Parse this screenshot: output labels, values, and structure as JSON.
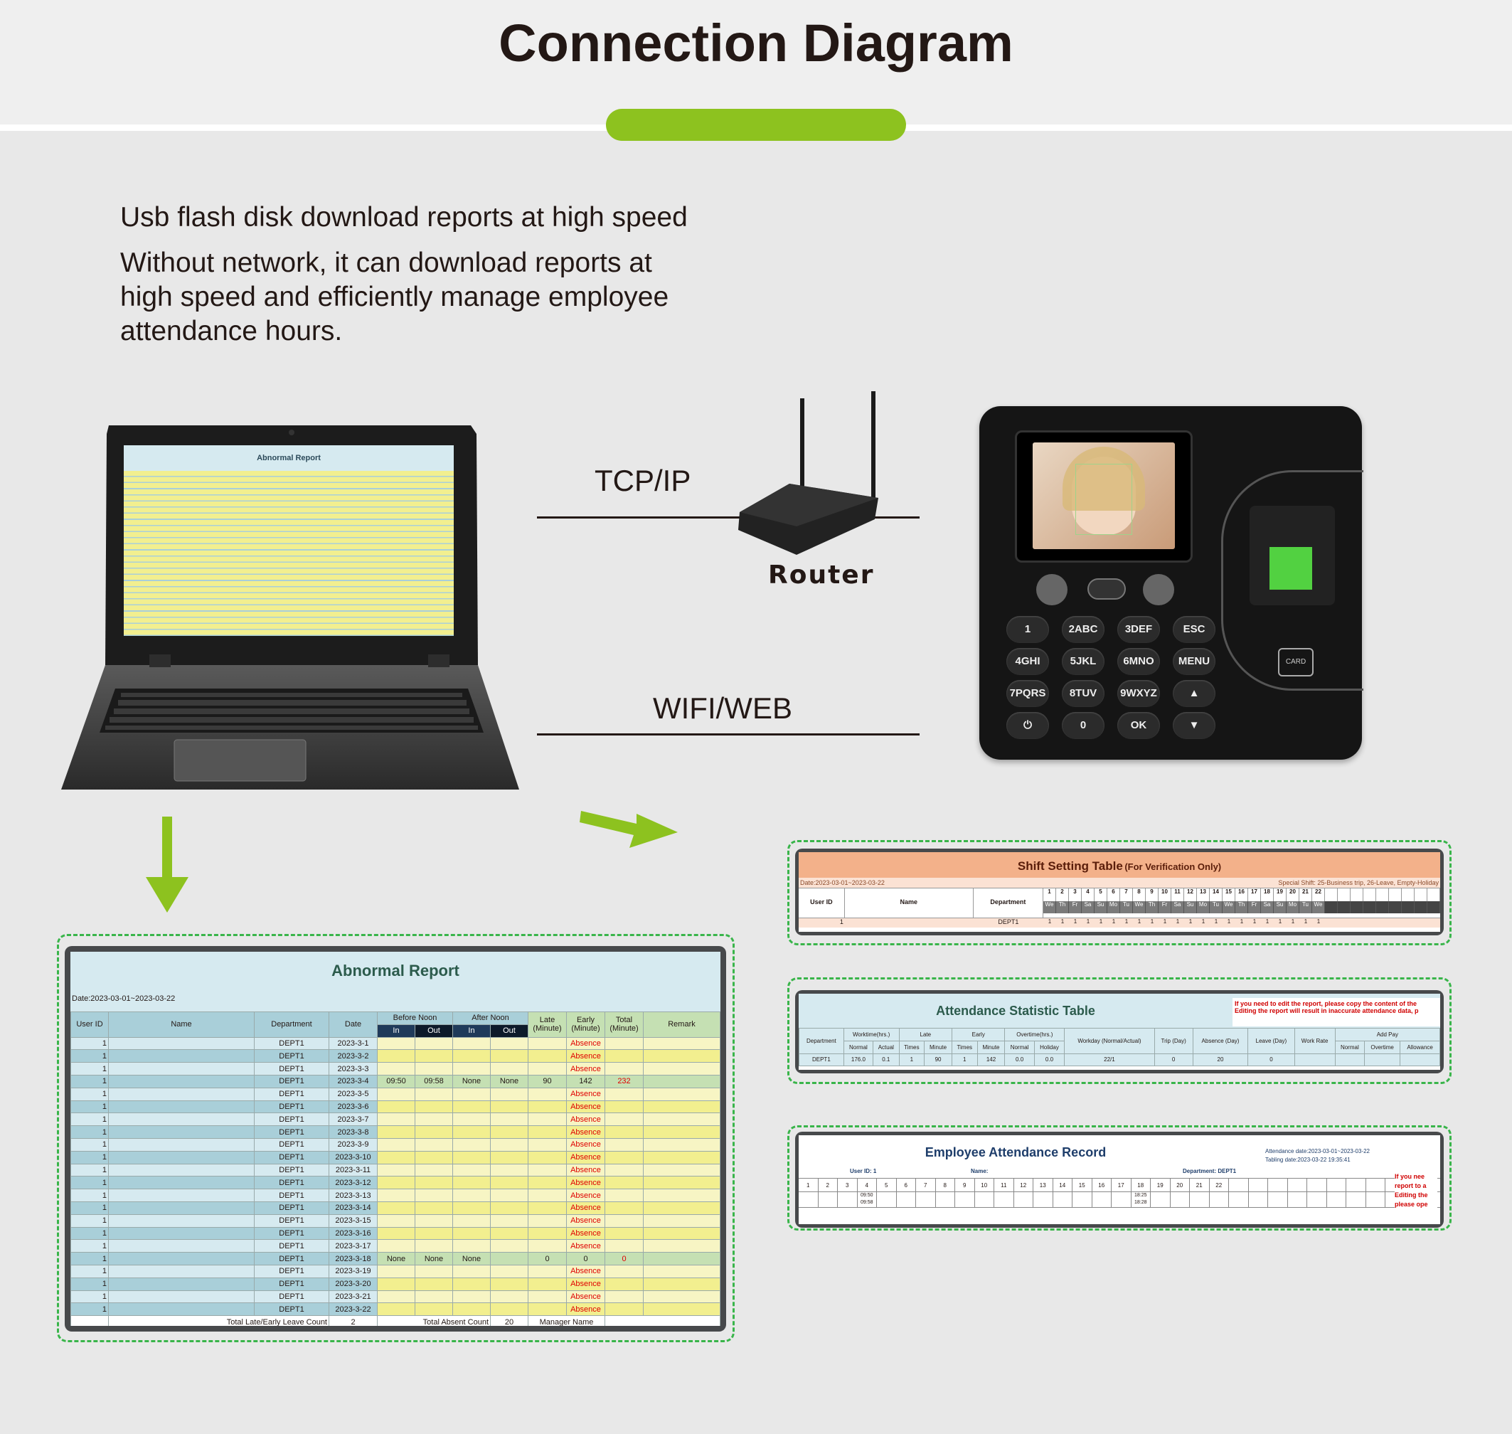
{
  "header": {
    "title": "Connection Diagram"
  },
  "intro": {
    "line1": "Usb flash disk download reports at high speed",
    "line2": "Without network, it can download reports at",
    "line3": "high speed and efficiently manage employee",
    "line4": "attendance hours."
  },
  "connections": {
    "tcp": "TCP/IP",
    "router": "Router",
    "wifi": "WIFI/WEB"
  },
  "device": {
    "keys": [
      "1",
      "2ABC",
      "3DEF",
      "ESC",
      "4GHI",
      "5JKL",
      "6MNO",
      "MENU",
      "7PQRS",
      "8TUV",
      "9WXYZ",
      "▲",
      "⏻",
      "0",
      "OK",
      "▼"
    ],
    "card": "CARD"
  },
  "laptop_screen": {
    "title": "Abnormal Report"
  },
  "abnormal": {
    "title": "Abnormal Report",
    "date": "Date:2023-03-01~2023-03-22",
    "headers": {
      "user_id": "User ID",
      "name": "Name",
      "department": "Department",
      "date": "Date",
      "before_noon": "Before Noon",
      "after_noon": "After Noon",
      "in": "In",
      "out": "Out",
      "late": "Late (Minute)",
      "early": "Early (Minute)",
      "total": "Total (Minute)",
      "remark": "Remark"
    },
    "rows": [
      {
        "id": "1",
        "dept": "DEPT1",
        "date": "2023-3-1",
        "bin": "",
        "bout": "",
        "ain": "",
        "aout": "",
        "late": "",
        "early": "Absence",
        "total": ""
      },
      {
        "id": "1",
        "dept": "DEPT1",
        "date": "2023-3-2",
        "bin": "",
        "bout": "",
        "ain": "",
        "aout": "",
        "late": "",
        "early": "Absence",
        "total": ""
      },
      {
        "id": "1",
        "dept": "DEPT1",
        "date": "2023-3-3",
        "bin": "",
        "bout": "",
        "ain": "",
        "aout": "",
        "late": "",
        "early": "Absence",
        "total": ""
      },
      {
        "id": "1",
        "dept": "DEPT1",
        "date": "2023-3-4",
        "bin": "09:50",
        "bout": "09:58",
        "ain": "None",
        "aout": "None",
        "late": "90",
        "early": "142",
        "total": "232"
      },
      {
        "id": "1",
        "dept": "DEPT1",
        "date": "2023-3-5",
        "bin": "",
        "bout": "",
        "ain": "",
        "aout": "",
        "late": "",
        "early": "Absence",
        "total": ""
      },
      {
        "id": "1",
        "dept": "DEPT1",
        "date": "2023-3-6",
        "bin": "",
        "bout": "",
        "ain": "",
        "aout": "",
        "late": "",
        "early": "Absence",
        "total": ""
      },
      {
        "id": "1",
        "dept": "DEPT1",
        "date": "2023-3-7",
        "bin": "",
        "bout": "",
        "ain": "",
        "aout": "",
        "late": "",
        "early": "Absence",
        "total": ""
      },
      {
        "id": "1",
        "dept": "DEPT1",
        "date": "2023-3-8",
        "bin": "",
        "bout": "",
        "ain": "",
        "aout": "",
        "late": "",
        "early": "Absence",
        "total": ""
      },
      {
        "id": "1",
        "dept": "DEPT1",
        "date": "2023-3-9",
        "bin": "",
        "bout": "",
        "ain": "",
        "aout": "",
        "late": "",
        "early": "Absence",
        "total": ""
      },
      {
        "id": "1",
        "dept": "DEPT1",
        "date": "2023-3-10",
        "bin": "",
        "bout": "",
        "ain": "",
        "aout": "",
        "late": "",
        "early": "Absence",
        "total": ""
      },
      {
        "id": "1",
        "dept": "DEPT1",
        "date": "2023-3-11",
        "bin": "",
        "bout": "",
        "ain": "",
        "aout": "",
        "late": "",
        "early": "Absence",
        "total": ""
      },
      {
        "id": "1",
        "dept": "DEPT1",
        "date": "2023-3-12",
        "bin": "",
        "bout": "",
        "ain": "",
        "aout": "",
        "late": "",
        "early": "Absence",
        "total": ""
      },
      {
        "id": "1",
        "dept": "DEPT1",
        "date": "2023-3-13",
        "bin": "",
        "bout": "",
        "ain": "",
        "aout": "",
        "late": "",
        "early": "Absence",
        "total": ""
      },
      {
        "id": "1",
        "dept": "DEPT1",
        "date": "2023-3-14",
        "bin": "",
        "bout": "",
        "ain": "",
        "aout": "",
        "late": "",
        "early": "Absence",
        "total": ""
      },
      {
        "id": "1",
        "dept": "DEPT1",
        "date": "2023-3-15",
        "bin": "",
        "bout": "",
        "ain": "",
        "aout": "",
        "late": "",
        "early": "Absence",
        "total": ""
      },
      {
        "id": "1",
        "dept": "DEPT1",
        "date": "2023-3-16",
        "bin": "",
        "bout": "",
        "ain": "",
        "aout": "",
        "late": "",
        "early": "Absence",
        "total": ""
      },
      {
        "id": "1",
        "dept": "DEPT1",
        "date": "2023-3-17",
        "bin": "",
        "bout": "",
        "ain": "",
        "aout": "",
        "late": "",
        "early": "Absence",
        "total": ""
      },
      {
        "id": "1",
        "dept": "DEPT1",
        "date": "2023-3-18",
        "bin": "None",
        "bout": "None",
        "ain": "None",
        "aout": "",
        "late": "0",
        "early": "0",
        "total": "0"
      },
      {
        "id": "1",
        "dept": "DEPT1",
        "date": "2023-3-19",
        "bin": "",
        "bout": "",
        "ain": "",
        "aout": "",
        "late": "",
        "early": "Absence",
        "total": ""
      },
      {
        "id": "1",
        "dept": "DEPT1",
        "date": "2023-3-20",
        "bin": "",
        "bout": "",
        "ain": "",
        "aout": "",
        "late": "",
        "early": "Absence",
        "total": ""
      },
      {
        "id": "1",
        "dept": "DEPT1",
        "date": "2023-3-21",
        "bin": "",
        "bout": "",
        "ain": "",
        "aout": "",
        "late": "",
        "early": "Absence",
        "total": ""
      },
      {
        "id": "1",
        "dept": "DEPT1",
        "date": "2023-3-22",
        "bin": "",
        "bout": "",
        "ain": "",
        "aout": "",
        "late": "",
        "early": "Absence",
        "total": ""
      }
    ],
    "footer": {
      "late_label": "Total Late/Early Leave Count",
      "late_val": "2",
      "absent_label": "Total Absent Count",
      "absent_val": "20",
      "manager": "Manager Name"
    }
  },
  "shift": {
    "title": "Shift Setting Table",
    "subtitle": "(For Verification Only)",
    "date": "Date:2023-03-01~2023-03-22",
    "special": "Special Shift: 25-Business trip, 26-Leave, Empty-Holiday",
    "user_id": "User ID",
    "name": "Name",
    "department": "Department",
    "days": [
      "1",
      "2",
      "3",
      "4",
      "5",
      "6",
      "7",
      "8",
      "9",
      "10",
      "11",
      "12",
      "13",
      "14",
      "15",
      "16",
      "17",
      "18",
      "19",
      "20",
      "21",
      "22"
    ],
    "weekdays": [
      "We",
      "Th",
      "Fr",
      "Sa",
      "Su",
      "Mo",
      "Tu",
      "We",
      "Th",
      "Fr",
      "Sa",
      "Su",
      "Mo",
      "Tu",
      "We",
      "Th",
      "Fr",
      "Sa",
      "Su",
      "Mo",
      "Tu",
      "We"
    ],
    "row_id": "1",
    "row_dept": "DEPT1",
    "row_val": "1"
  },
  "stat": {
    "title": "Attendance Statistic Table",
    "warning1": "If you need to edit the report, please copy the content of the",
    "warning2": "Editing the report will result in inaccurate attendance data, p",
    "department": "Department",
    "worktime": "Worktime(hrs.)",
    "normal": "Normal",
    "actual": "Actual",
    "late": "Late",
    "times": "Times",
    "minute": "Minute",
    "early": "Early",
    "overtime": "Overtime(hrs.)",
    "holiday": "Holiday",
    "workday": "Workday (Normal/Actual)",
    "trip": "Trip (Day)",
    "absence": "Absence (Day)",
    "leave": "Leave (Day)",
    "work_rate": "Work Rate",
    "addpay": "Add Pay",
    "addpay_overtime": "Overtime",
    "allowance": "Allowance",
    "row": {
      "dept": "DEPT1",
      "normal": "176.0",
      "actual": "0.1",
      "late_times": "1",
      "late_min": "90",
      "early_times": "1",
      "early_min": "142",
      "ot_normal": "0.0",
      "ot_holiday": "0.0",
      "workday": "22/1",
      "trip": "0",
      "absence": "20",
      "leave": "0"
    }
  },
  "record": {
    "title": "Employee Attendance Record",
    "att_date": "Attendance date:2023-03-01~2023-03-22",
    "tab_date": "Tabling date:2023-03-22 19:35:41",
    "user": "User ID: 1",
    "name": "Name:",
    "dept": "Department: DEPT1",
    "warn1": "If you nee",
    "warn2": "report to a",
    "warn3": "Editing the",
    "warn4": "please ope",
    "days": [
      "1",
      "2",
      "3",
      "4",
      "5",
      "6",
      "7",
      "8",
      "9",
      "10",
      "11",
      "12",
      "13",
      "14",
      "15",
      "16",
      "17",
      "18",
      "19",
      "20",
      "21",
      "22"
    ],
    "d4a": "09:50",
    "d4b": "09:58",
    "d18a": "18:25",
    "d18b": "18:28"
  }
}
